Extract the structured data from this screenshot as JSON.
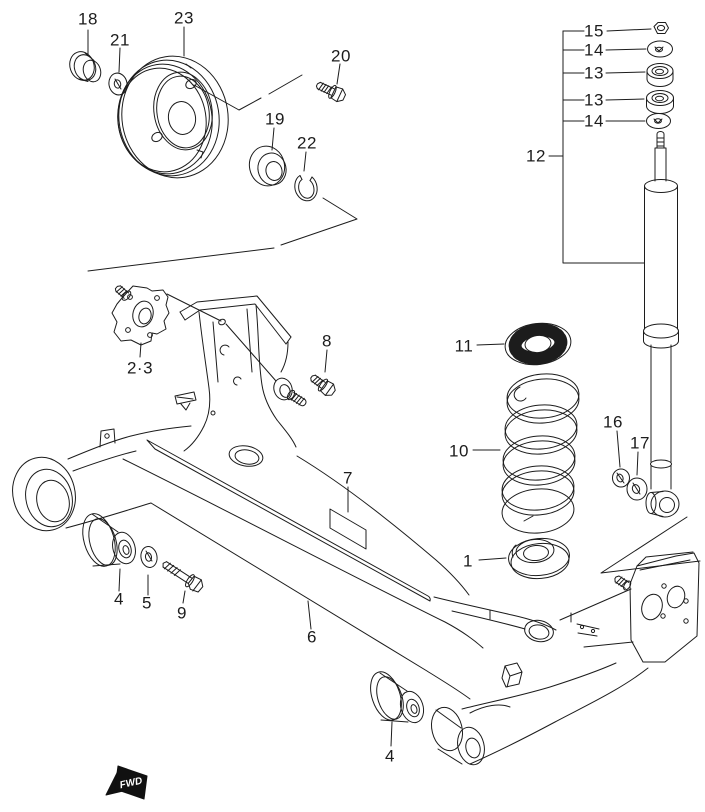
{
  "diagram": {
    "labels": {
      "p18": "18",
      "p21": "21",
      "p23": "23",
      "p20": "20",
      "p19": "19",
      "p22": "22",
      "p15": "15",
      "p14a": "14",
      "p13a": "13",
      "p13b": "13",
      "p14b": "14",
      "p12": "12",
      "p2_3": "2·3",
      "p8": "8",
      "p11": "11",
      "p10": "10",
      "p1": "1",
      "p16": "16",
      "p17": "17",
      "p7": "7",
      "p4a": "4",
      "p5": "5",
      "p9": "9",
      "p6": "6",
      "p4b": "4",
      "fwd": "FWD"
    },
    "colors": {
      "line": "#1c1c1c",
      "background": "#ffffff",
      "marker_fill": "#111111",
      "marker_text": "#ffffff"
    }
  }
}
